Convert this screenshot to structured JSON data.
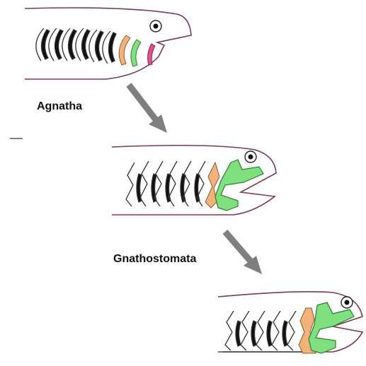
{
  "labels": {
    "agnatha": "Agnatha",
    "gnathostomata": "Gnathostomata"
  },
  "stages": [
    {
      "name": "agnatha-head",
      "arches": 8,
      "highlighted": [
        "orange-arch",
        "green-arch",
        "pink-arch"
      ]
    },
    {
      "name": "early-gnathostome-head",
      "arches": 7,
      "highlighted": [
        "orange-arch",
        "green-jaw"
      ]
    },
    {
      "name": "modern-gnathostome-head",
      "arches": 6,
      "highlighted": [
        "orange-hyoid-arch",
        "green-jaw"
      ]
    }
  ],
  "colors": {
    "outline": "#7a3a4a",
    "gill_slit": "#111111",
    "arch_outline": "#333333",
    "orange": "#f2b27a",
    "green": "#7ee07e",
    "pink": "#e0528f",
    "arrow": "#7f7f7f"
  },
  "icons": [
    "eye-icon",
    "arrow-down-right-icon"
  ]
}
